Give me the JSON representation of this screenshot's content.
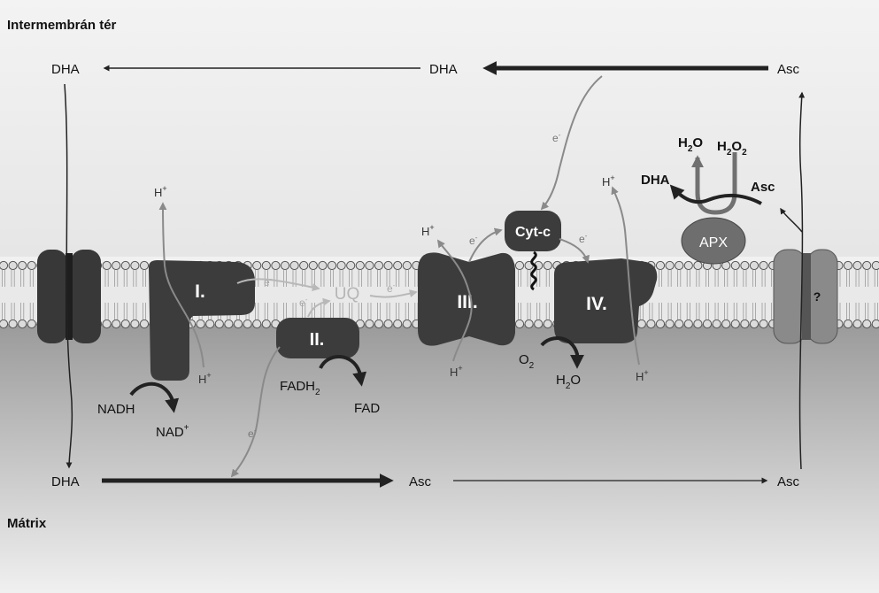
{
  "regions": {
    "intermembrane": "Intermembrán tér",
    "matrix": "Mátrix"
  },
  "metabolites": {
    "dha": "DHA",
    "asc": "Asc",
    "nadh": "NADH",
    "nad": "NAD",
    "fadh": "FADH",
    "fad": "FAD",
    "o2": "O",
    "h2o": "H",
    "h2o2": "H",
    "h2o_o_part": "O",
    "h2o2_o_part": "O",
    "sub_2": "2",
    "plus_sup": "+",
    "proton": "H",
    "electron": "e",
    "minus_sup": "-"
  },
  "complexes": {
    "c1": "I.",
    "c2": "II.",
    "c3": "III.",
    "c4": "IV.",
    "cytc": "Cyt-c",
    "uq": "UQ",
    "apx": "APX",
    "unknown": "?"
  },
  "colors": {
    "complex": "#3c3c3c",
    "membrane_head": "#d8d8d8",
    "matrix_top": "#9a9a9a",
    "matrix_bottom": "#f2f2f2",
    "proton_arrow": "#8a8a8a",
    "apx": "#6e6e6e",
    "transporter": "#8c8c8c"
  }
}
